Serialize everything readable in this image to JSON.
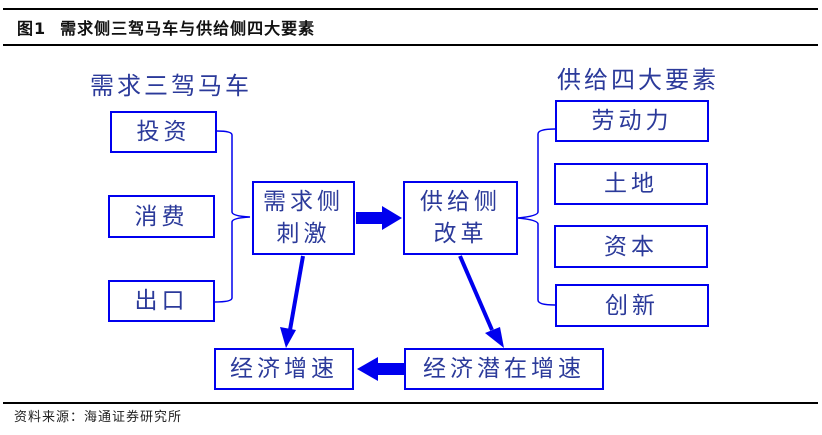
{
  "figure": {
    "number": "图1",
    "title": "需求侧三驾马车与供给侧四大要素",
    "source": "资料来源：海通证券研究所"
  },
  "diagram": {
    "demand_heading": "需求三驾马车",
    "supply_heading": "供给四大要素",
    "demand_factors": [
      "投资",
      "消费",
      "出口"
    ],
    "supply_factors": [
      "劳动力",
      "土地",
      "资本",
      "创新"
    ],
    "demand_side": "需求侧刺激",
    "demand_side_lines": [
      "需求侧",
      "刺激"
    ],
    "supply_side_lines": [
      "供给侧",
      "改革"
    ],
    "growth": "经济增速",
    "potential_growth": "经济潜在增速",
    "colors": {
      "border": "#0000ee",
      "text": "#2b3a9a",
      "arrow": "#0000ee"
    },
    "edges": [
      {
        "from": "需求侧刺激",
        "to": "供给侧改革",
        "style": "thick-arrow"
      },
      {
        "from": "需求侧刺激",
        "to": "经济增速",
        "style": "arrow"
      },
      {
        "from": "供给侧改革",
        "to": "经济潜在增速",
        "style": "arrow"
      },
      {
        "from": "经济潜在增速",
        "to": "经济增速",
        "style": "thick-arrow"
      }
    ]
  }
}
